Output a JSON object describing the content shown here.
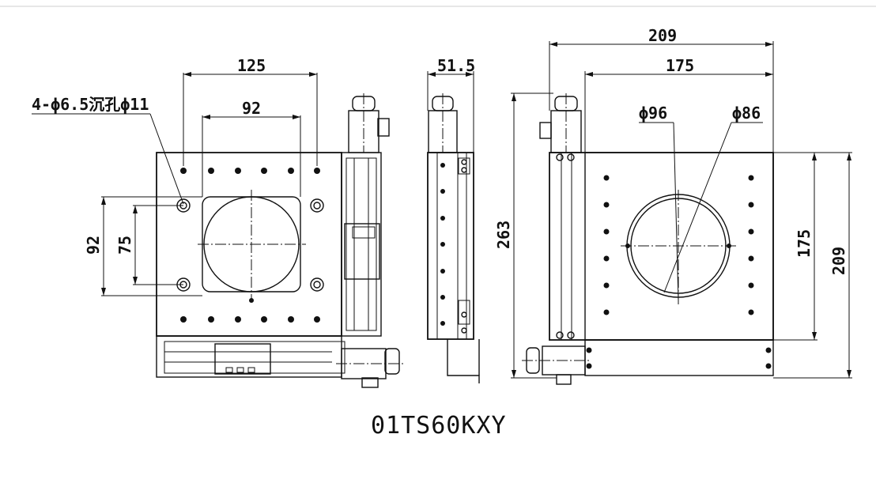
{
  "drawing": {
    "model_number": "01TS60KXY",
    "front_view": {
      "hole_callout": "4-ϕ6.5沉孔ϕ11",
      "dim_outer_hole_span": "125",
      "dim_inner_width": "92",
      "dim_left_outer": "92",
      "dim_left_inner": "75"
    },
    "side_view": {
      "dim_depth": "51.5"
    },
    "right_view": {
      "dim_top_overall": "209",
      "dim_top_inner": "175",
      "dim_diameter_outer": "ϕ96",
      "dim_diameter_inner": "ϕ86",
      "dim_height_total": "263",
      "dim_right_inner": "175",
      "dim_right_outer": "209"
    }
  }
}
